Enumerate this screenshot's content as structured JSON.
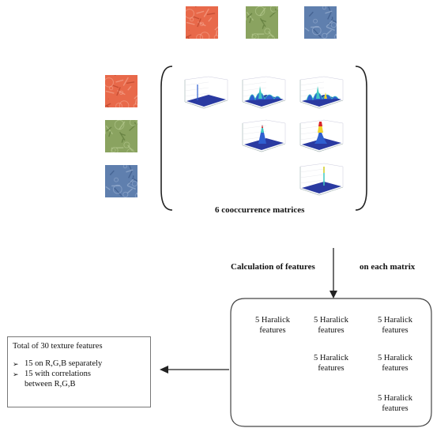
{
  "images": {
    "top": [
      {
        "name": "red-channel-image",
        "color": "#e8694a",
        "dark": "#b9432a",
        "light": "#f4a38c"
      },
      {
        "name": "green-channel-image",
        "color": "#8aa360",
        "dark": "#5f7a3a",
        "light": "#b6c990"
      },
      {
        "name": "blue-channel-image",
        "color": "#5f7fae",
        "dark": "#3c5a88",
        "light": "#97aed0"
      }
    ],
    "left": [
      {
        "name": "red-channel-image",
        "color": "#e8694a",
        "dark": "#b9432a",
        "light": "#f4a38c"
      },
      {
        "name": "green-channel-image",
        "color": "#8aa360",
        "dark": "#5f7a3a",
        "light": "#b6c990"
      },
      {
        "name": "blue-channel-image",
        "color": "#5f7fae",
        "dark": "#3c5a88",
        "light": "#97aed0"
      }
    ]
  },
  "matrices_label": "6 cooccurrence matrices",
  "calc_label": "Calculation of features",
  "calc_label_right": "on each matrix",
  "haralick": {
    "line1": "5 Haralick",
    "line2": "features"
  },
  "summary": {
    "title": "Total of 30 texture features",
    "items": [
      {
        "bullet": "➢",
        "text": "15 on R,G,B separately"
      },
      {
        "bullet": "➢",
        "text": "15 with correlations"
      },
      {
        "bullet": "",
        "text": "between R,G,B"
      }
    ]
  },
  "colors": {
    "surface_blue": "#1f2f9c",
    "surface_mid": "#2f5fd0",
    "peak_red": "#d8262a",
    "peak_yellow": "#f0d42a",
    "peak_cyan": "#3ec9c0",
    "line": "#222222"
  }
}
